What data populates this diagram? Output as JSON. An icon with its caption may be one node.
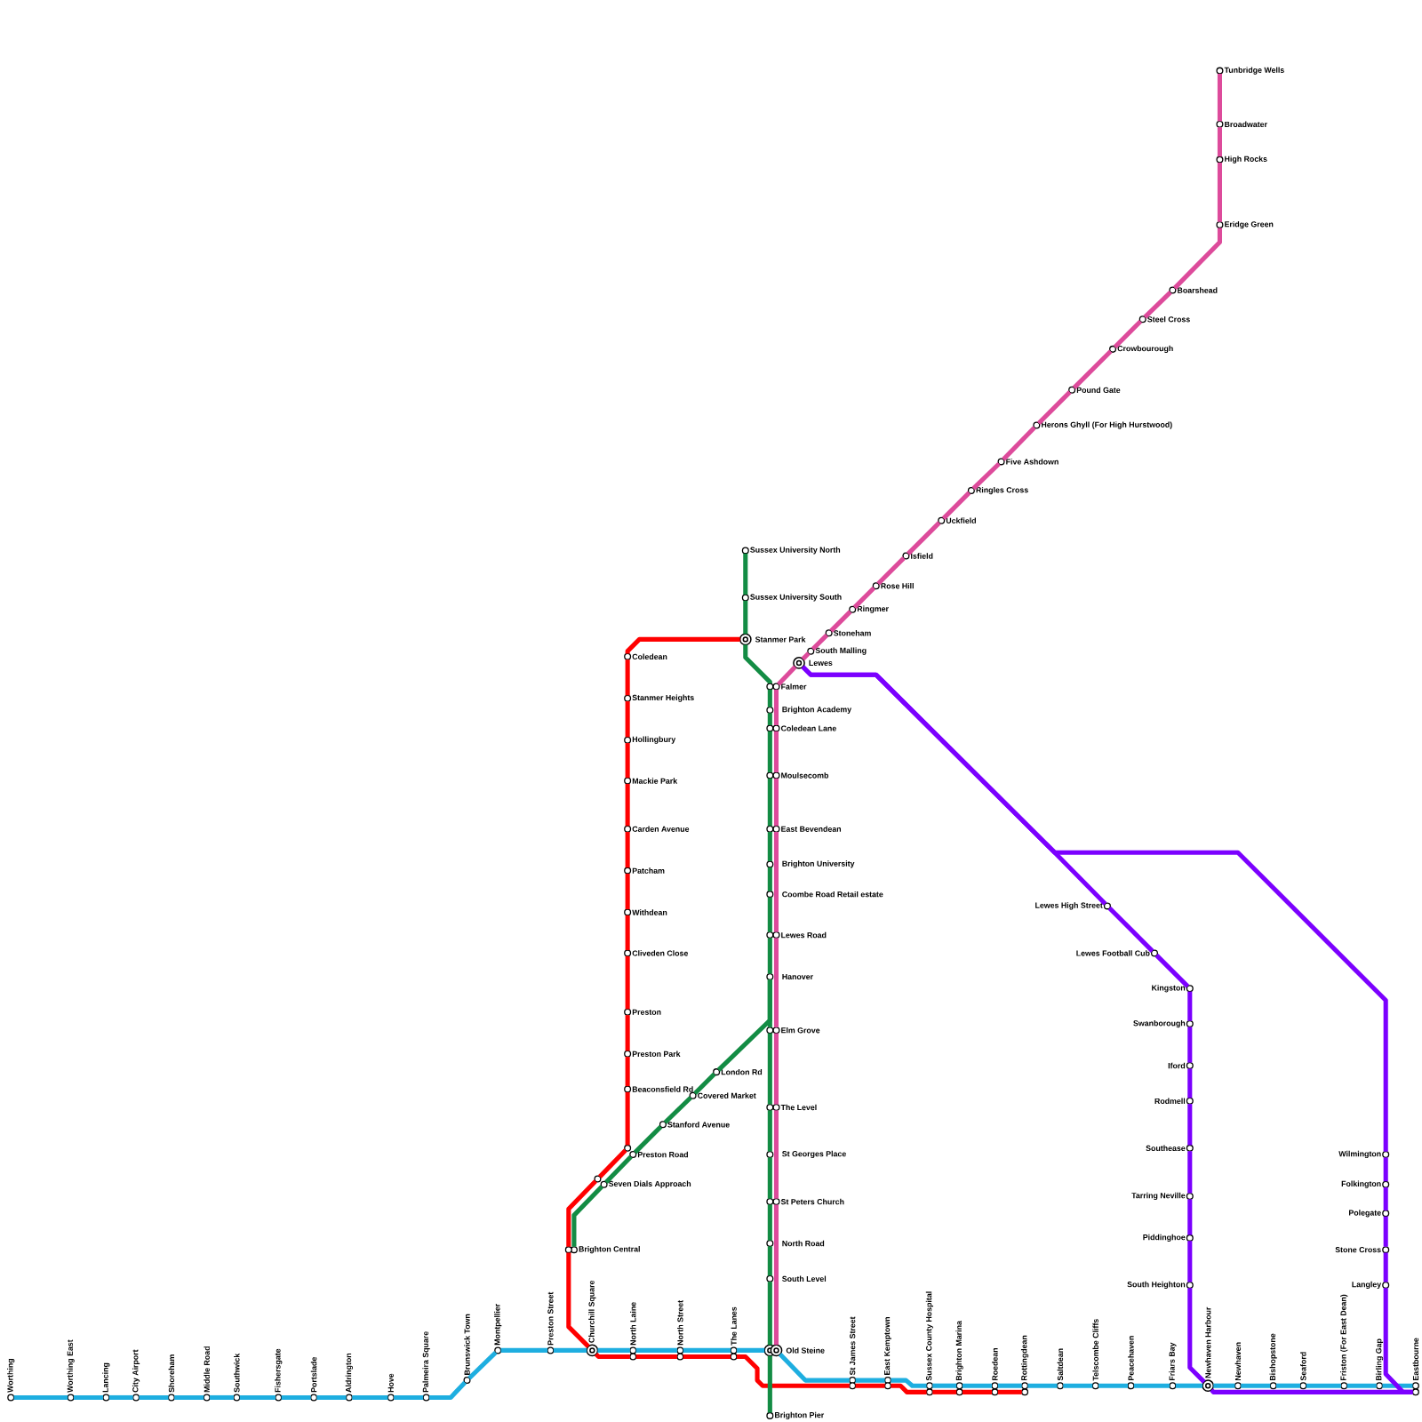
{
  "diagram": {
    "nodes": [
      {
        "text": [
          "Worthing"
        ]
      },
      {
        "text": [
          "Worthing East"
        ]
      },
      {
        "text": [
          "Lancing"
        ]
      },
      {
        "text": [
          "City Airport"
        ]
      },
      {
        "text": [
          "Shoreham"
        ]
      },
      {
        "text": [
          "Middle Road"
        ]
      },
      {
        "text": [
          "Southwick"
        ]
      },
      {
        "text": [
          "Fishersgate"
        ]
      },
      {
        "text": [
          "Portslade"
        ]
      },
      {
        "text": [
          "Aldrington"
        ]
      },
      {
        "text": [
          "Hove"
        ]
      },
      {
        "text": [
          "Palmeira Square"
        ]
      },
      {
        "text": [
          "Brunswick Town"
        ]
      },
      {
        "text": [
          "Montpellier"
        ]
      },
      {
        "text": [
          "Preston Street"
        ]
      },
      {
        "text": [
          "Churchill Square"
        ]
      },
      {
        "text": [
          "North Laine"
        ]
      },
      {
        "text": [
          "North Street"
        ]
      },
      {
        "text": [
          "The Lanes"
        ]
      },
      {
        "text": [
          "Old Steine"
        ]
      },
      {
        "text": [
          "St James Street"
        ]
      },
      {
        "text": [
          "East Kemptown"
        ]
      },
      {
        "text": [
          "Sussex County Hospital"
        ]
      },
      {
        "text": [
          "Brighton Marina"
        ]
      },
      {
        "text": [
          "Roedean"
        ]
      },
      {
        "text": [
          "Rottingdean"
        ]
      },
      {
        "text": [
          "Saltdean"
        ]
      },
      {
        "text": [
          "Telscombe Cliffs"
        ]
      },
      {
        "text": [
          "Peacehaven"
        ]
      },
      {
        "text": [
          "Friars Bay"
        ]
      },
      {
        "text": [
          "Newhaven Harbour"
        ]
      },
      {
        "text": [
          "Newhaven"
        ]
      },
      {
        "text": [
          "Bishopstone"
        ]
      },
      {
        "text": [
          "Seaford"
        ]
      },
      {
        "text": [
          "Friston (For East Dean)"
        ]
      },
      {
        "text": [
          "Birling Gap"
        ]
      },
      {
        "text": [
          "Eastbourne"
        ]
      },
      {
        "text": [
          "Coledean"
        ]
      },
      {
        "text": [
          "Stanmer Heights"
        ]
      },
      {
        "text": [
          "Hollingbury"
        ]
      },
      {
        "text": [
          "Mackie Park"
        ]
      },
      {
        "text": [
          "Carden Avenue"
        ]
      },
      {
        "text": [
          "Patcham"
        ]
      },
      {
        "text": [
          "Withdean"
        ]
      },
      {
        "text": [
          "Cliveden Close"
        ]
      },
      {
        "text": [
          "Preston"
        ]
      },
      {
        "text": [
          "Preston Park"
        ]
      },
      {
        "text": [
          "Beaconsfield Rd"
        ]
      },
      {
        "text": [
          "Preston Road"
        ]
      },
      {
        "text": [
          "Seven Dials Approach"
        ]
      },
      {
        "text": [
          "Brighton Central"
        ]
      },
      {
        "text": [
          "Sussex University North"
        ]
      },
      {
        "text": [
          "Sussex University South"
        ]
      },
      {
        "text": [
          "Stanmer Park"
        ]
      },
      {
        "text": [
          "Falmer"
        ]
      },
      {
        "text": [
          "Brighton Academy"
        ]
      },
      {
        "text": [
          "Coledean Lane"
        ]
      },
      {
        "text": [
          "Moulsecomb"
        ]
      },
      {
        "text": [
          "East Bevendean"
        ]
      },
      {
        "text": [
          "Brighton University"
        ]
      },
      {
        "text": [
          "Coombe Road Retail estate"
        ]
      },
      {
        "text": [
          "Lewes Road"
        ]
      },
      {
        "text": [
          "Hanover"
        ]
      },
      {
        "text": [
          "Elm Grove"
        ]
      },
      {
        "text": [
          "The Level"
        ]
      },
      {
        "text": [
          "St Georges Place"
        ]
      },
      {
        "text": [
          "St Peters Church"
        ]
      },
      {
        "text": [
          "North Road"
        ]
      },
      {
        "text": [
          "South Level"
        ]
      },
      {
        "text": [
          "Brighton Pier"
        ]
      },
      {
        "text": [
          "London Rd"
        ]
      },
      {
        "text": [
          "Covered Market"
        ]
      },
      {
        "text": [
          "Stanford Avenue"
        ]
      },
      {
        "text": [
          "Tunbridge Wells"
        ]
      },
      {
        "text": [
          "Broadwater"
        ]
      },
      {
        "text": [
          "High Rocks"
        ]
      },
      {
        "text": [
          "Eridge Green"
        ]
      },
      {
        "text": [
          "Boarshead"
        ]
      },
      {
        "text": [
          "Steel Cross"
        ]
      },
      {
        "text": [
          "Crowbourough"
        ]
      },
      {
        "text": [
          "Pound Gate"
        ]
      },
      {
        "text": [
          "Herons Ghyll (For High Hurstwood)"
        ]
      },
      {
        "text": [
          "Five Ashdown"
        ]
      },
      {
        "text": [
          "Ringles Cross"
        ]
      },
      {
        "text": [
          "Uckfield"
        ]
      },
      {
        "text": [
          "Isfield"
        ]
      },
      {
        "text": [
          "Rose Hill"
        ]
      },
      {
        "text": [
          "Ringmer"
        ]
      },
      {
        "text": [
          "Stoneham"
        ]
      },
      {
        "text": [
          "South Malling"
        ]
      },
      {
        "text": [
          "Lewes"
        ]
      },
      {
        "text": [
          "Lewes High Street"
        ]
      },
      {
        "text": [
          "Lewes Football Cub"
        ]
      },
      {
        "text": [
          "Kingston"
        ]
      },
      {
        "text": [
          "Swanborough"
        ]
      },
      {
        "text": [
          "Iford"
        ]
      },
      {
        "text": [
          "Rodmell"
        ]
      },
      {
        "text": [
          "Southease"
        ]
      },
      {
        "text": [
          "Tarring Neville"
        ]
      },
      {
        "text": [
          "Piddinghoe"
        ]
      },
      {
        "text": [
          "South Heighton"
        ]
      },
      {
        "text": [
          "Wilmington"
        ]
      },
      {
        "text": [
          "Folkington"
        ]
      },
      {
        "text": [
          "Polegate"
        ]
      },
      {
        "text": [
          "Stone Cross"
        ]
      },
      {
        "text": [
          "Langley"
        ]
      }
    ],
    "edges": [
      {
        "from": 0,
        "to": 1,
        "arrow": "none",
        "color": "#1eaee0"
      },
      {
        "from": 1,
        "to": 2,
        "arrow": "none",
        "color": "#1eaee0"
      },
      {
        "from": 2,
        "to": 3,
        "arrow": "none",
        "color": "#1eaee0"
      },
      {
        "from": 3,
        "to": 4,
        "arrow": "none",
        "color": "#1eaee0"
      },
      {
        "from": 4,
        "to": 5,
        "arrow": "none",
        "color": "#1eaee0"
      },
      {
        "from": 5,
        "to": 6,
        "arrow": "none",
        "color": "#1eaee0"
      },
      {
        "from": 6,
        "to": 7,
        "arrow": "none",
        "color": "#1eaee0"
      },
      {
        "from": 7,
        "to": 8,
        "arrow": "none",
        "color": "#1eaee0"
      },
      {
        "from": 8,
        "to": 9,
        "arrow": "none",
        "color": "#1eaee0"
      },
      {
        "from": 9,
        "to": 10,
        "arrow": "none",
        "color": "#1eaee0"
      },
      {
        "from": 10,
        "to": 11,
        "arrow": "none",
        "color": "#1eaee0"
      },
      {
        "from": 11,
        "to": 12,
        "arrow": "none",
        "color": "#1eaee0"
      },
      {
        "from": 12,
        "to": 13,
        "arrow": "none",
        "color": "#1eaee0"
      },
      {
        "from": 13,
        "to": 14,
        "arrow": "none",
        "color": "#1eaee0"
      },
      {
        "from": 14,
        "to": 15,
        "arrow": "none",
        "color": "#1eaee0"
      },
      {
        "from": 15,
        "to": 16,
        "arrow": "none",
        "color": "#1eaee0"
      },
      {
        "from": 16,
        "to": 17,
        "arrow": "none",
        "color": "#1eaee0"
      },
      {
        "from": 17,
        "to": 18,
        "arrow": "none",
        "color": "#1eaee0"
      },
      {
        "from": 18,
        "to": 19,
        "arrow": "none",
        "color": "#1eaee0"
      },
      {
        "from": 19,
        "to": 20,
        "arrow": "none",
        "color": "#1eaee0"
      },
      {
        "from": 20,
        "to": 21,
        "arrow": "none",
        "color": "#1eaee0"
      },
      {
        "from": 21,
        "to": 22,
        "arrow": "none",
        "color": "#1eaee0"
      },
      {
        "from": 22,
        "to": 23,
        "arrow": "none",
        "color": "#1eaee0"
      },
      {
        "from": 23,
        "to": 24,
        "arrow": "none",
        "color": "#1eaee0"
      },
      {
        "from": 24,
        "to": 25,
        "arrow": "none",
        "color": "#1eaee0"
      },
      {
        "from": 25,
        "to": 26,
        "arrow": "none",
        "color": "#1eaee0"
      },
      {
        "from": 26,
        "to": 27,
        "arrow": "none",
        "color": "#1eaee0"
      },
      {
        "from": 27,
        "to": 28,
        "arrow": "none",
        "color": "#1eaee0"
      },
      {
        "from": 28,
        "to": 29,
        "arrow": "none",
        "color": "#1eaee0"
      },
      {
        "from": 29,
        "to": 30,
        "arrow": "none",
        "color": "#1eaee0"
      },
      {
        "from": 30,
        "to": 31,
        "arrow": "none",
        "color": "#1eaee0"
      },
      {
        "from": 31,
        "to": 32,
        "arrow": "none",
        "color": "#1eaee0"
      },
      {
        "from": 32,
        "to": 33,
        "arrow": "none",
        "color": "#1eaee0"
      },
      {
        "from": 33,
        "to": 34,
        "arrow": "none",
        "color": "#1eaee0"
      },
      {
        "from": 34,
        "to": 35,
        "arrow": "none",
        "color": "#1eaee0"
      },
      {
        "from": 35,
        "to": 36,
        "arrow": "none",
        "color": "#1eaee0"
      },
      {
        "from": 53,
        "to": 37,
        "arrow": "none",
        "color": "#ff0000"
      },
      {
        "from": 37,
        "to": 38,
        "arrow": "none",
        "color": "#ff0000"
      },
      {
        "from": 38,
        "to": 39,
        "arrow": "none",
        "color": "#ff0000"
      },
      {
        "from": 39,
        "to": 40,
        "arrow": "none",
        "color": "#ff0000"
      },
      {
        "from": 40,
        "to": 41,
        "arrow": "none",
        "color": "#ff0000"
      },
      {
        "from": 41,
        "to": 42,
        "arrow": "none",
        "color": "#ff0000"
      },
      {
        "from": 42,
        "to": 43,
        "arrow": "none",
        "color": "#ff0000"
      },
      {
        "from": 43,
        "to": 44,
        "arrow": "none",
        "color": "#ff0000"
      },
      {
        "from": 44,
        "to": 45,
        "arrow": "none",
        "color": "#ff0000"
      },
      {
        "from": 45,
        "to": 46,
        "arrow": "none",
        "color": "#ff0000"
      },
      {
        "from": 46,
        "to": 47,
        "arrow": "none",
        "color": "#ff0000"
      },
      {
        "from": 47,
        "to": 48,
        "arrow": "none",
        "color": "#ff0000"
      },
      {
        "from": 48,
        "to": 49,
        "arrow": "none",
        "color": "#ff0000"
      },
      {
        "from": 49,
        "to": 50,
        "arrow": "none",
        "color": "#ff0000"
      },
      {
        "from": 50,
        "to": 15,
        "arrow": "none",
        "color": "#ff0000"
      },
      {
        "from": 15,
        "to": 16,
        "arrow": "none",
        "color": "#ff0000"
      },
      {
        "from": 16,
        "to": 17,
        "arrow": "none",
        "color": "#ff0000"
      },
      {
        "from": 17,
        "to": 18,
        "arrow": "none",
        "color": "#ff0000"
      },
      {
        "from": 18,
        "to": 20,
        "arrow": "none",
        "color": "#ff0000"
      },
      {
        "from": 20,
        "to": 21,
        "arrow": "none",
        "color": "#ff0000"
      },
      {
        "from": 21,
        "to": 22,
        "arrow": "none",
        "color": "#ff0000"
      },
      {
        "from": 22,
        "to": 23,
        "arrow": "none",
        "color": "#ff0000"
      },
      {
        "from": 23,
        "to": 24,
        "arrow": "none",
        "color": "#ff0000"
      },
      {
        "from": 24,
        "to": 25,
        "arrow": "none",
        "color": "#ff0000"
      },
      {
        "from": 51,
        "to": 52,
        "arrow": "none",
        "color": "#138c44"
      },
      {
        "from": 52,
        "to": 53,
        "arrow": "none",
        "color": "#138c44"
      },
      {
        "from": 53,
        "to": 54,
        "arrow": "none",
        "color": "#138c44"
      },
      {
        "from": 54,
        "to": 55,
        "arrow": "none",
        "color": "#138c44"
      },
      {
        "from": 55,
        "to": 56,
        "arrow": "none",
        "color": "#138c44"
      },
      {
        "from": 56,
        "to": 57,
        "arrow": "none",
        "color": "#138c44"
      },
      {
        "from": 57,
        "to": 58,
        "arrow": "none",
        "color": "#138c44"
      },
      {
        "from": 58,
        "to": 59,
        "arrow": "none",
        "color": "#138c44"
      },
      {
        "from": 59,
        "to": 60,
        "arrow": "none",
        "color": "#138c44"
      },
      {
        "from": 60,
        "to": 61,
        "arrow": "none",
        "color": "#138c44"
      },
      {
        "from": 61,
        "to": 62,
        "arrow": "none",
        "color": "#138c44"
      },
      {
        "from": 62,
        "to": 63,
        "arrow": "none",
        "color": "#138c44"
      },
      {
        "from": 63,
        "to": 64,
        "arrow": "none",
        "color": "#138c44"
      },
      {
        "from": 64,
        "to": 65,
        "arrow": "none",
        "color": "#138c44"
      },
      {
        "from": 65,
        "to": 66,
        "arrow": "none",
        "color": "#138c44"
      },
      {
        "from": 66,
        "to": 67,
        "arrow": "none",
        "color": "#138c44"
      },
      {
        "from": 67,
        "to": 68,
        "arrow": "none",
        "color": "#138c44"
      },
      {
        "from": 68,
        "to": 19,
        "arrow": "none",
        "color": "#138c44"
      },
      {
        "from": 19,
        "to": 69,
        "arrow": "none",
        "color": "#138c44"
      },
      {
        "from": 62,
        "to": 70,
        "arrow": "none",
        "color": "#138c44"
      },
      {
        "from": 70,
        "to": 71,
        "arrow": "none",
        "color": "#138c44"
      },
      {
        "from": 71,
        "to": 72,
        "arrow": "none",
        "color": "#138c44"
      },
      {
        "from": 72,
        "to": 48,
        "arrow": "none",
        "color": "#138c44"
      },
      {
        "from": 48,
        "to": 49,
        "arrow": "none",
        "color": "#138c44"
      },
      {
        "from": 49,
        "to": 50,
        "arrow": "none",
        "color": "#138c44"
      },
      {
        "from": 73,
        "to": 74,
        "arrow": "none",
        "color": "#dd4b9b"
      },
      {
        "from": 74,
        "to": 75,
        "arrow": "none",
        "color": "#dd4b9b"
      },
      {
        "from": 75,
        "to": 76,
        "arrow": "none",
        "color": "#dd4b9b"
      },
      {
        "from": 76,
        "to": 77,
        "arrow": "none",
        "color": "#dd4b9b"
      },
      {
        "from": 77,
        "to": 78,
        "arrow": "none",
        "color": "#dd4b9b"
      },
      {
        "from": 78,
        "to": 79,
        "arrow": "none",
        "color": "#dd4b9b"
      },
      {
        "from": 79,
        "to": 80,
        "arrow": "none",
        "color": "#dd4b9b"
      },
      {
        "from": 80,
        "to": 81,
        "arrow": "none",
        "color": "#dd4b9b"
      },
      {
        "from": 81,
        "to": 82,
        "arrow": "none",
        "color": "#dd4b9b"
      },
      {
        "from": 82,
        "to": 83,
        "arrow": "none",
        "color": "#dd4b9b"
      },
      {
        "from": 83,
        "to": 84,
        "arrow": "none",
        "color": "#dd4b9b"
      },
      {
        "from": 84,
        "to": 85,
        "arrow": "none",
        "color": "#dd4b9b"
      },
      {
        "from": 85,
        "to": 86,
        "arrow": "none",
        "color": "#dd4b9b"
      },
      {
        "from": 86,
        "to": 87,
        "arrow": "none",
        "color": "#dd4b9b"
      },
      {
        "from": 87,
        "to": 88,
        "arrow": "none",
        "color": "#dd4b9b"
      },
      {
        "from": 88,
        "to": 89,
        "arrow": "none",
        "color": "#dd4b9b"
      },
      {
        "from": 89,
        "to": 90,
        "arrow": "none",
        "color": "#dd4b9b"
      },
      {
        "from": 90,
        "to": 54,
        "arrow": "none",
        "color": "#dd4b9b"
      },
      {
        "from": 54,
        "to": 56,
        "arrow": "none",
        "color": "#dd4b9b"
      },
      {
        "from": 56,
        "to": 57,
        "arrow": "none",
        "color": "#dd4b9b"
      },
      {
        "from": 57,
        "to": 58,
        "arrow": "none",
        "color": "#dd4b9b"
      },
      {
        "from": 58,
        "to": 61,
        "arrow": "none",
        "color": "#dd4b9b"
      },
      {
        "from": 61,
        "to": 63,
        "arrow": "none",
        "color": "#dd4b9b"
      },
      {
        "from": 63,
        "to": 64,
        "arrow": "none",
        "color": "#dd4b9b"
      },
      {
        "from": 64,
        "to": 66,
        "arrow": "none",
        "color": "#dd4b9b"
      },
      {
        "from": 66,
        "to": 19,
        "arrow": "none",
        "color": "#dd4b9b"
      },
      {
        "from": 90,
        "to": 91,
        "arrow": "none",
        "color": "#7b00ff"
      },
      {
        "from": 91,
        "to": 92,
        "arrow": "none",
        "color": "#7b00ff"
      },
      {
        "from": 92,
        "to": 93,
        "arrow": "none",
        "color": "#7b00ff"
      },
      {
        "from": 93,
        "to": 94,
        "arrow": "none",
        "color": "#7b00ff"
      },
      {
        "from": 94,
        "to": 95,
        "arrow": "none",
        "color": "#7b00ff"
      },
      {
        "from": 95,
        "to": 96,
        "arrow": "none",
        "color": "#7b00ff"
      },
      {
        "from": 96,
        "to": 97,
        "arrow": "none",
        "color": "#7b00ff"
      },
      {
        "from": 97,
        "to": 98,
        "arrow": "none",
        "color": "#7b00ff"
      },
      {
        "from": 98,
        "to": 99,
        "arrow": "none",
        "color": "#7b00ff"
      },
      {
        "from": 99,
        "to": 100,
        "arrow": "none",
        "color": "#7b00ff"
      },
      {
        "from": 100,
        "to": 30,
        "arrow": "none",
        "color": "#7b00ff"
      },
      {
        "from": 30,
        "to": 36,
        "arrow": "none",
        "color": "#7b00ff"
      },
      {
        "from": 90,
        "to": 101,
        "arrow": "none",
        "color": "#7b00ff"
      },
      {
        "from": 101,
        "to": 102,
        "arrow": "none",
        "color": "#7b00ff"
      },
      {
        "from": 102,
        "to": 103,
        "arrow": "none",
        "color": "#7b00ff"
      },
      {
        "from": 103,
        "to": 104,
        "arrow": "none",
        "color": "#7b00ff"
      },
      {
        "from": 104,
        "to": 105,
        "arrow": "none",
        "color": "#7b00ff"
      },
      {
        "from": 105,
        "to": 36,
        "arrow": "none",
        "color": "#7b00ff"
      }
    ]
  }
}
